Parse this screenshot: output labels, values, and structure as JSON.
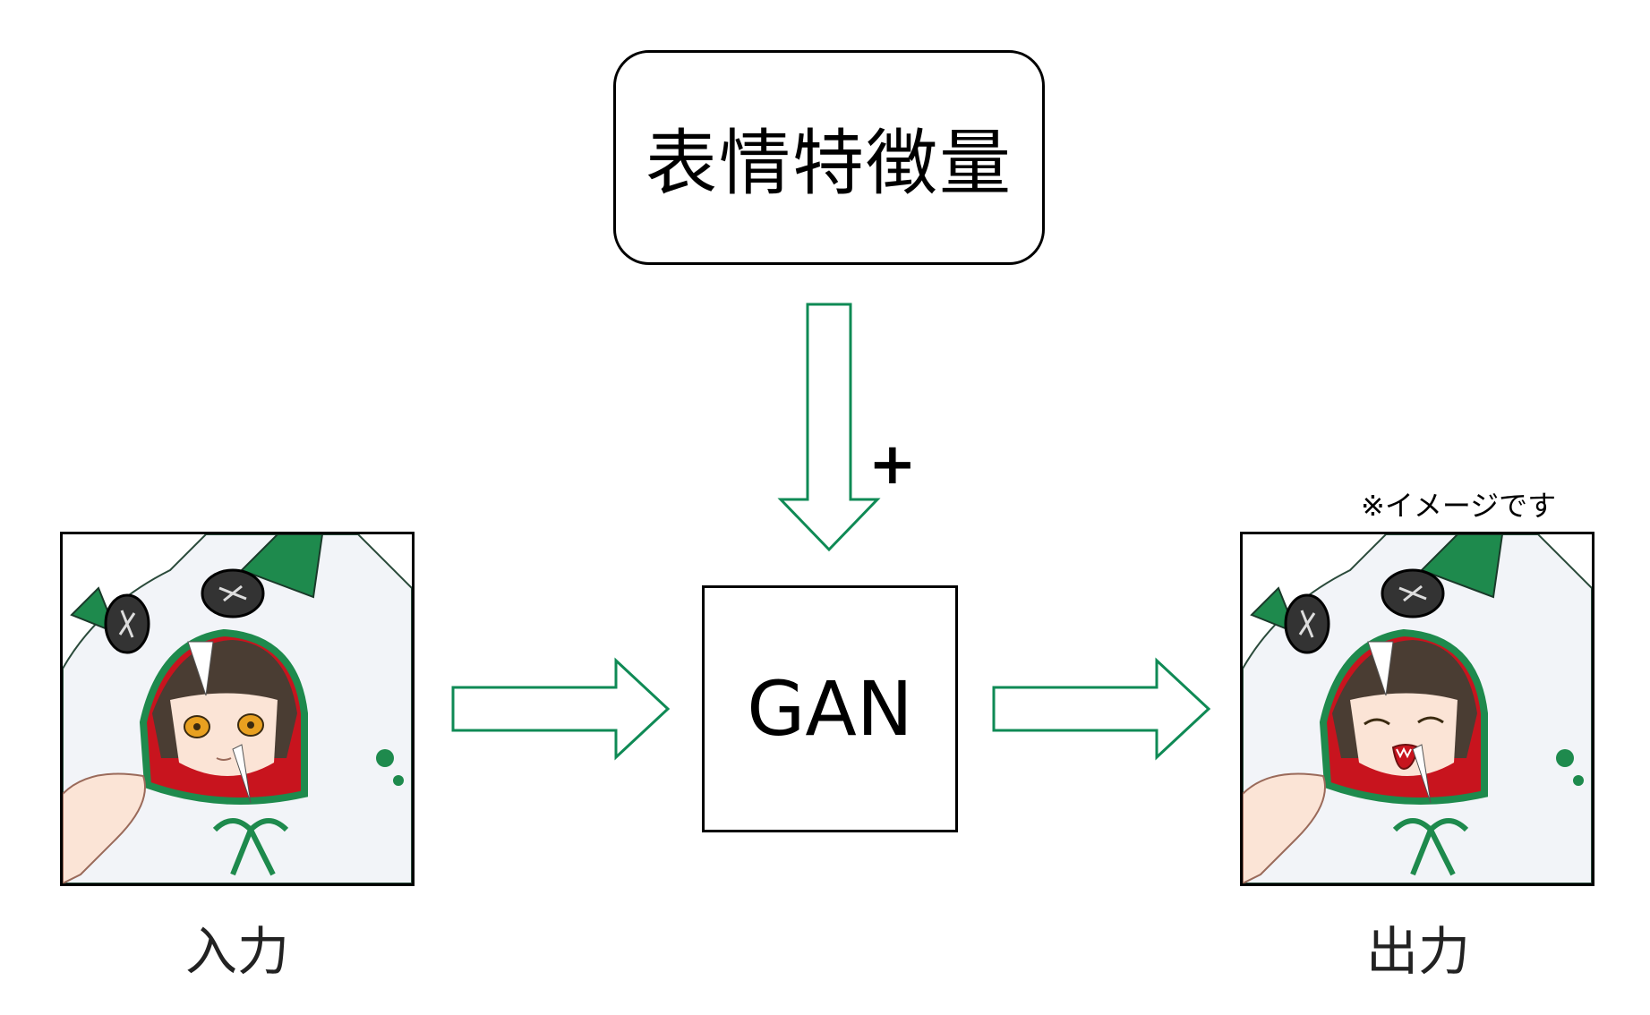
{
  "feature_label": "表情特徴量",
  "gan_label": "GAN",
  "plus_sign": "+",
  "input_label": "入力",
  "output_label": "出力",
  "note": "※イメージです",
  "colors": {
    "arrow": "#0f8a55",
    "hood_green": "#1e8a4d",
    "hair": "#4a3d33",
    "mouth_red": "#c8141e"
  },
  "icons": {
    "input_image": "hooded-character-neutral",
    "output_image": "hooded-character-smiling"
  }
}
